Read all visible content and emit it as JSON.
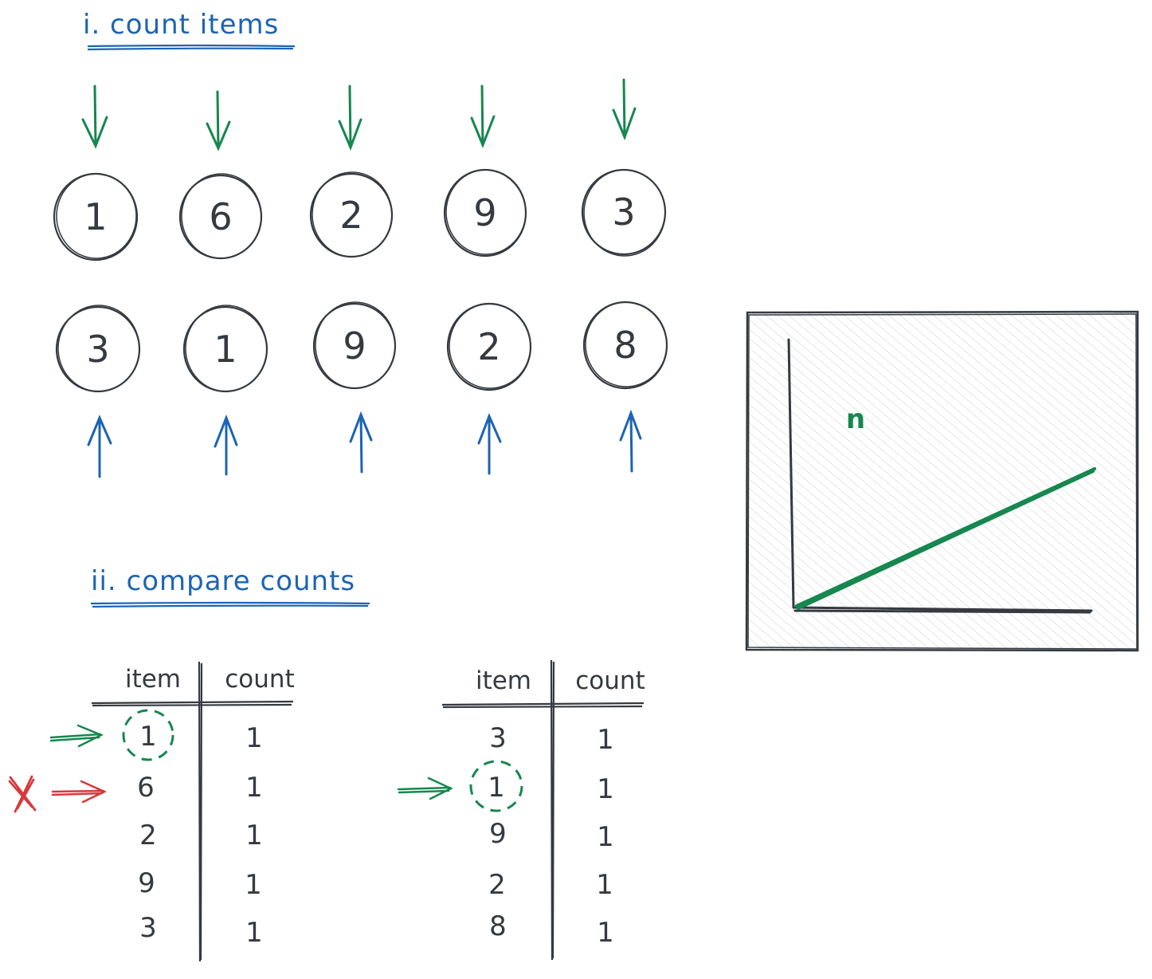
{
  "section_i": {
    "title": "i. count items",
    "top_row": [
      "1",
      "6",
      "2",
      "9",
      "3"
    ],
    "bottom_row": [
      "3",
      "1",
      "9",
      "2",
      "8"
    ]
  },
  "section_ii": {
    "title": "ii. compare counts",
    "left_table": {
      "headers": [
        "item",
        "count"
      ],
      "rows": [
        {
          "item": "1",
          "count": "1"
        },
        {
          "item": "6",
          "count": "1"
        },
        {
          "item": "2",
          "count": "1"
        },
        {
          "item": "9",
          "count": "1"
        },
        {
          "item": "3",
          "count": "1"
        }
      ]
    },
    "right_table": {
      "headers": [
        "item",
        "count"
      ],
      "rows": [
        {
          "item": "3",
          "count": "1"
        },
        {
          "item": "1",
          "count": "1"
        },
        {
          "item": "9",
          "count": "1"
        },
        {
          "item": "2",
          "count": "1"
        },
        {
          "item": "8",
          "count": "1"
        }
      ]
    }
  },
  "complexity_chart": {
    "series_label": "n",
    "shape": "linear"
  },
  "colors": {
    "ink": "#343a40",
    "blue": "#1c64b4",
    "green": "#16874f",
    "red": "#d6393a"
  }
}
